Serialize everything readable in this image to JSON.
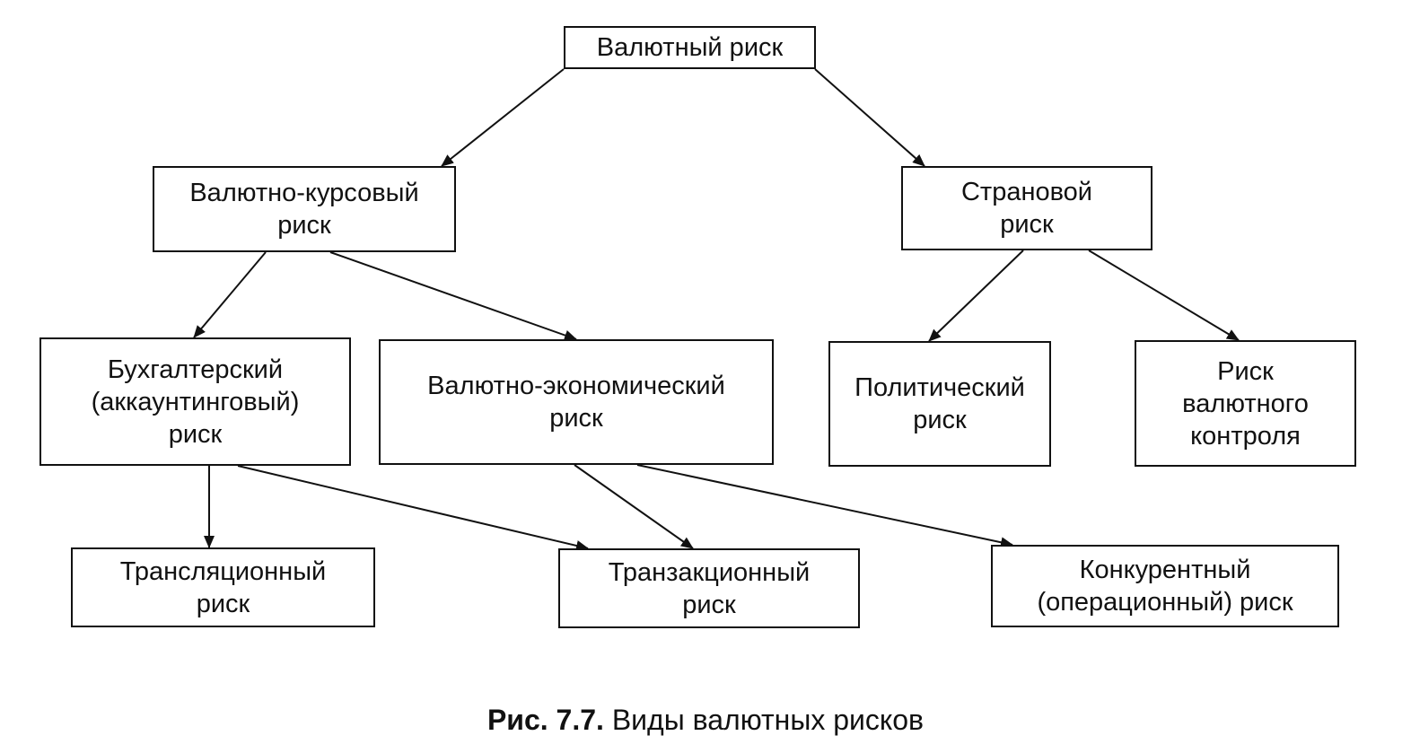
{
  "nodes": {
    "currency_risk": "Валютный риск",
    "exchange_rate_risk": "Валютно-курсовый\nриск",
    "country_risk": "Страновой\nриск",
    "accounting_risk": "Бухгалтерский\n(аккаунтинговый)\nриск",
    "economic_risk": "Валютно-экономический\nриск",
    "political_risk": "Политический\nриск",
    "currency_control_risk": "Риск\nвалютного\nконтроля",
    "translation_risk": "Трансляционный\nриск",
    "transaction_risk": "Транзакционный\nриск",
    "competitive_risk": "Конкурентный\n(операционный) риск"
  },
  "edges": [
    [
      "currency_risk",
      "exchange_rate_risk"
    ],
    [
      "currency_risk",
      "country_risk"
    ],
    [
      "exchange_rate_risk",
      "accounting_risk"
    ],
    [
      "exchange_rate_risk",
      "economic_risk"
    ],
    [
      "country_risk",
      "political_risk"
    ],
    [
      "country_risk",
      "currency_control_risk"
    ],
    [
      "accounting_risk",
      "translation_risk"
    ],
    [
      "accounting_risk",
      "transaction_risk"
    ],
    [
      "economic_risk",
      "transaction_risk"
    ],
    [
      "economic_risk",
      "competitive_risk"
    ]
  ],
  "caption": {
    "number": "Рис. 7.7.",
    "text": "Виды валютных рисков"
  }
}
